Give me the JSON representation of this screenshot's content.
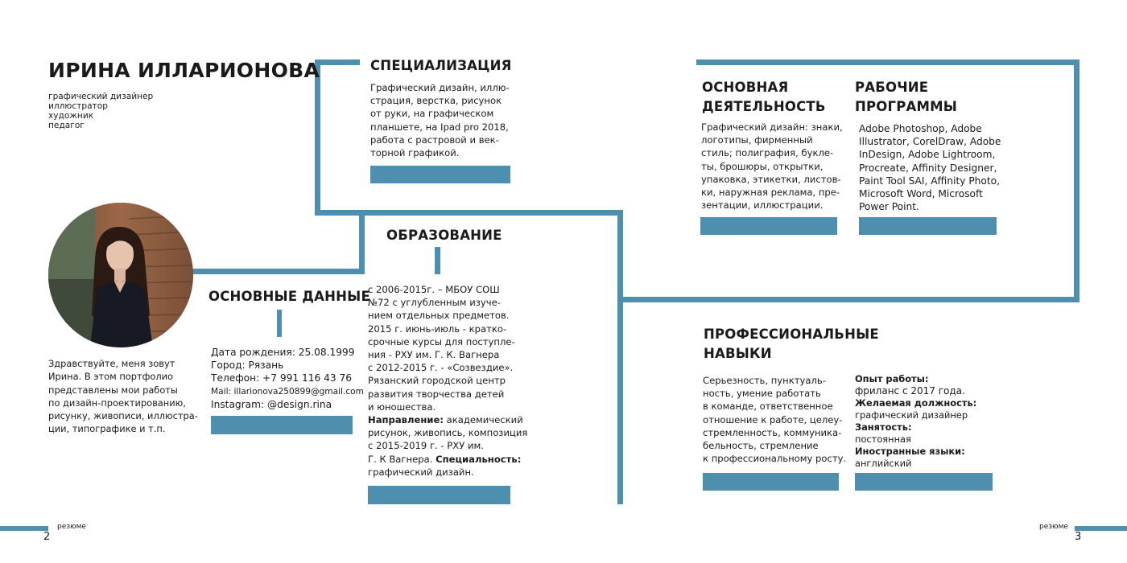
{
  "header": {
    "name": "ИРИНА ИЛЛАРИОНОВА",
    "roles": [
      "графический дизайнер",
      "иллюстратор",
      "художник",
      "педагог"
    ]
  },
  "intro": {
    "lines": [
      "Здравствуйте, меня зовут",
      "Ирина. В этом портфолио",
      "представлены мои работы",
      "по дизайн-проектированию,",
      "рисунку,  живописи, иллюстра-",
      "ции, типографике и т.п."
    ]
  },
  "basic": {
    "title": "ОСНОВНЫЕ ДАННЫЕ",
    "birth": "Дата рождения: 25.08.1999",
    "city": "Город: Рязань",
    "phone": "Телефон: +7 991 116 43 76",
    "mail": "Mail: illarionova250899@gmail.com",
    "instagram": "Instagram: @design.rina"
  },
  "specialization": {
    "title": "СПЕЦИАЛИЗАЦИЯ",
    "lines": [
      "Графический дизайн, иллю-",
      "страция, верстка,  рисунок",
      "от руки, на графическом",
      "планшете, на Ipad pro 2018,",
      "работа с растровой и век-",
      "торной графикой."
    ]
  },
  "education": {
    "title": "ОБРАЗОВАНИЕ",
    "lines1": [
      "с 2006-2015г. – МБОУ СОШ",
      "№72 с углубленным изуче-",
      "нием отдельных предметов.",
      "2015 г. июнь-июль - кратко-",
      "срочные курсы для поступле-",
      "ния - РХУ им. Г. К. Вагнера",
      "с 2012-2015 г. - «Созвездие».",
      "Рязанский городской центр",
      "развития творчества детей",
      "и юношества."
    ],
    "dir_label": "Направление:",
    "dir_text": " академический",
    "lines2": [
      "рисунок, живопись, композиция",
      "с 2015-2019 г. - РХУ им."
    ],
    "spec_pre": "Г. К Вагнера. ",
    "spec_label": "Специальность:",
    "spec_text": "графический дизайн."
  },
  "activity": {
    "title_l1": "ОСНОВНАЯ",
    "title_l2": "ДЕЯТЕЛЬНОСТЬ",
    "lines": [
      "Графический дизайн: знаки,",
      "логотипы, фирменный",
      "стиль; полиграфия, букле-",
      "ты, брошюры, открытки,",
      "упаковка, этикетки, листов-",
      "ки, наружная реклама, пре-",
      "зентации, иллюстрации."
    ]
  },
  "software": {
    "title_l1": "РАБОЧИЕ",
    "title_l2": "ПРОГРАММЫ",
    "lines": [
      "Adobe Photoshop, Adobe",
      "Illustrator, CorelDraw, Adobe",
      "InDesign, Adobe Lightroom,",
      "Procreate, Affinity Designer,",
      "Paint Tool SAI, Affinity Photo,",
      "Microsoft Word, Microsoft",
      "Power Point."
    ]
  },
  "skills": {
    "title_l1": "ПРОФЕССИОНАЛЬНЫЕ",
    "title_l2": "НАВЫКИ",
    "lines": [
      "Серьезность, пунктуаль-",
      "ность, умение работать",
      "в команде, ответственное",
      "отношение к работе, целеу-",
      "стремленность, коммуника-",
      "бельность, стремление",
      "к профессиональному росту."
    ],
    "exp_label": "Опыт работы:",
    "exp_value": "фриланс с 2017 года.",
    "pos_label": "Желаемая должность:",
    "pos_value": "графический дизайнер",
    "emp_label": "Занятость:",
    "emp_value": "постоянная",
    "lang_label": "Иностранные языки:",
    "lang_value": "английский"
  },
  "footer": {
    "label_left": "резюме",
    "page_left": "2",
    "label_right": "резюме",
    "page_right": "3"
  },
  "photo": {
    "icon": "portrait-photo"
  },
  "colors": {
    "accent": "#4e8fb0"
  }
}
